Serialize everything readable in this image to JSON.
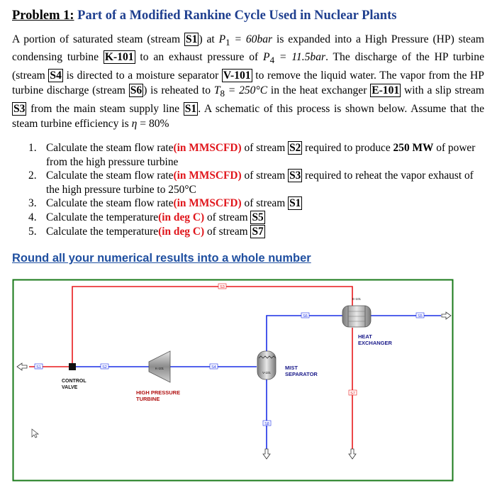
{
  "title": {
    "number": "Problem 1:",
    "text": "Part of a Modified Rankine Cycle Used in Nuclear Plants"
  },
  "paragraph": {
    "p1": "A portion of saturated steam (stream ",
    "s1": "S1",
    "p2": ") at ",
    "p1_eq": "= 60bar",
    "p3": " is expanded into a High Pressure (HP) steam condensing turbine ",
    "k101": "K-101",
    "p4": " to an exhaust pressure of ",
    "p4_eq": "= 11.5bar",
    "p5": ". The discharge of the HP turbine (stream ",
    "s4": "S4",
    "p6": " is directed to a moisture separator ",
    "v101": "V-101",
    "p7": " to remove the liquid water. The vapor from the HP turbine discharge (stream ",
    "s6": "S6",
    "p8": ") is reheated to ",
    "t8_eq": "= 250°C",
    "p9": " in the heat exchanger ",
    "e101": "E-101",
    "p10": " with a slip stream ",
    "s3": "S3",
    "p11": " from the main steam supply line ",
    "s1b": "S1",
    "p12": ". A schematic of this process is shown below. Assume that the steam turbine efficiency is ",
    "eta_eq": "= 80%"
  },
  "questions": [
    {
      "num": "1.",
      "a": "Calculate the steam flow rate",
      "red": "(in MMSCFD)",
      "b": " of stream ",
      "box": "S2",
      "c": " required to produce ",
      "bold": "250 MW",
      "d": " of power from the high pressure turbine"
    },
    {
      "num": "2.",
      "a": "Calculate the steam flow rate",
      "red": "(in MMSCFD)",
      "b": " of stream ",
      "box": "S3",
      "c": " required to reheat the vapor exhaust of the high pressure turbine to 250°C"
    },
    {
      "num": "3.",
      "a": "Calculate the steam flow rate",
      "red": "(in MMSCFD)",
      "b": " of stream ",
      "box": "S1"
    },
    {
      "num": "4.",
      "a": "Calculate the temperature",
      "red": "(in deg C)",
      "b": " of stream ",
      "box": "S5"
    },
    {
      "num": "5.",
      "a": "Calculate the temperature",
      "red": "(in deg C)",
      "b": " of stream ",
      "box": "S7"
    }
  ],
  "round_note": "Round all your numerical results into a whole number",
  "diagram": {
    "streams": {
      "s1": "S1",
      "s2": "S2",
      "s3": "S3",
      "s4": "S4",
      "s5": "S5",
      "s6": "S6",
      "s7": "S7",
      "s8": "S8"
    },
    "equipment": {
      "control_valve_1": "CONTROL",
      "control_valve_2": "VALVE",
      "k101": "K-101",
      "turbine_1": "HIGH PRESSURE",
      "turbine_2": "TURBINE",
      "v101": "V-101",
      "mist_1": "MIST",
      "mist_2": "SEPARATOR",
      "e101": "E-101",
      "hx_1": "HEAT",
      "hx_2": "EXCHANGER"
    },
    "colors": {
      "steam": "#e8191c",
      "vapor": "#1a2ee6",
      "border": "#1a7a1a"
    }
  }
}
